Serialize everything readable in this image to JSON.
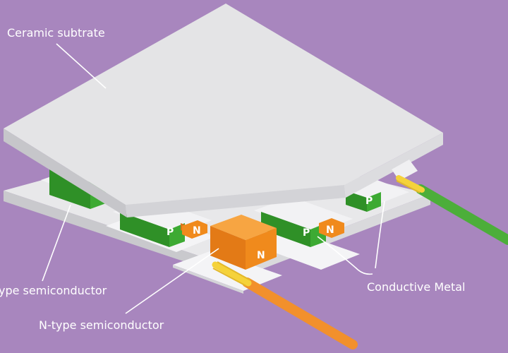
{
  "labels": {
    "ceramic": "Ceramic subtrate",
    "p_type": "ype semiconductor",
    "n_type": "N-type semiconductor",
    "conductive": "Conductive Metal"
  },
  "element_letters": {
    "p": "P",
    "n": "N"
  },
  "colors": {
    "background": "#a886be",
    "ceramic_top": "#e6e6e8",
    "ceramic_side": "#cfcfd3",
    "p_type": "#39a52f",
    "n_type": "#f08a1c",
    "wire_green": "#4cae3a",
    "wire_orange": "#f2902c",
    "wire_tip": "#f5d23a"
  }
}
